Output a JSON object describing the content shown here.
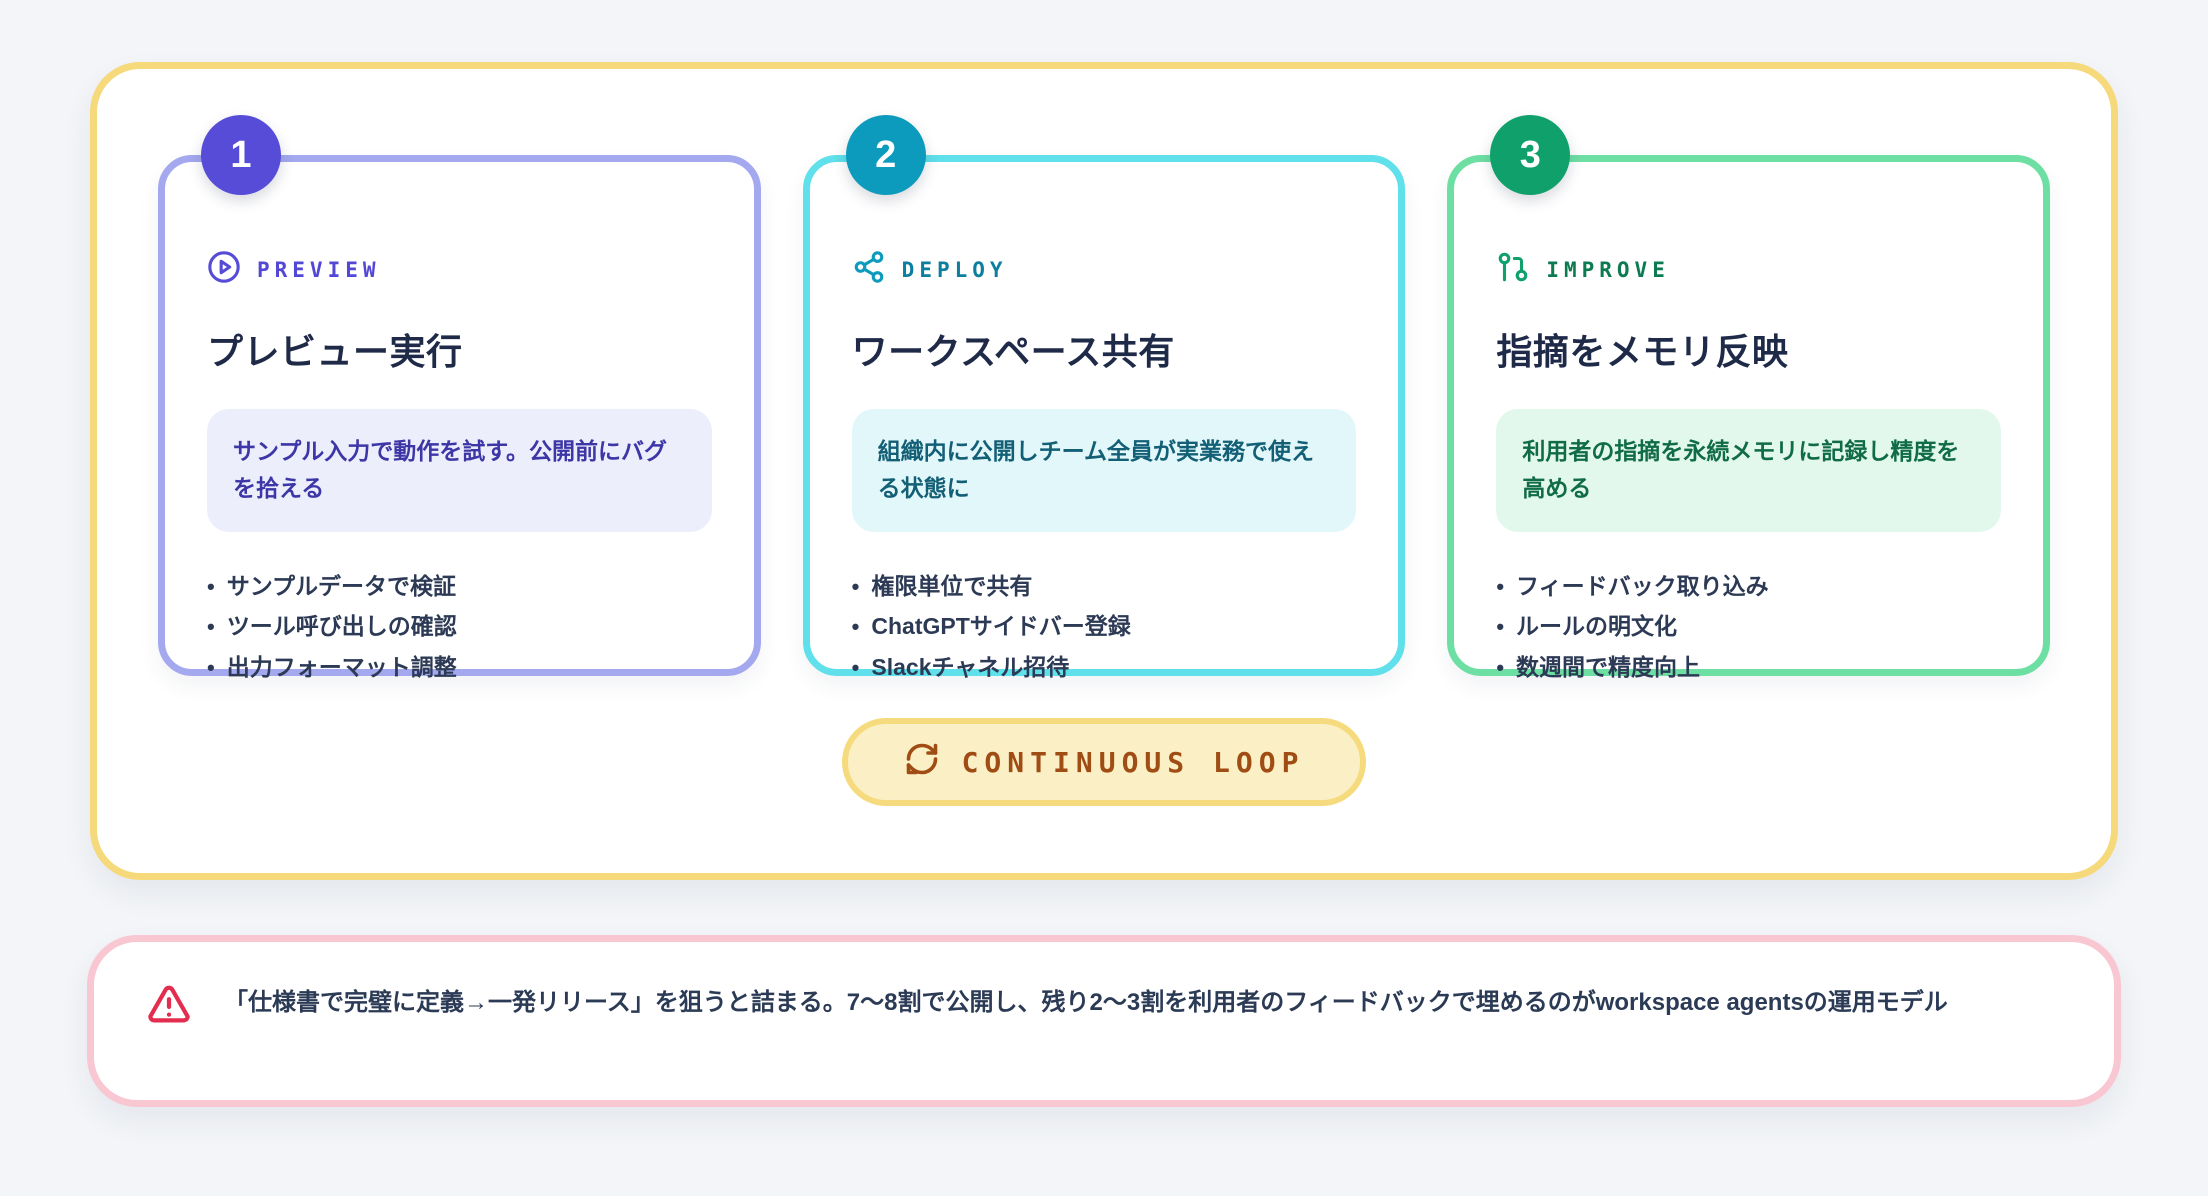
{
  "steps": [
    {
      "num": "1",
      "icon": "play-circle-icon",
      "label": "PREVIEW",
      "title": "プレビュー実行",
      "highlight": "サンプル入力で動作を試す。公開前にバグを拾える",
      "bullets": [
        "サンプルデータで検証",
        "ツール呼び出しの確認",
        "出力フォーマット調整"
      ],
      "colors": {
        "accent": "#564CD8",
        "border": "#A3A8EF",
        "label": "#5348D6",
        "chip_bg": "#ECEEFB",
        "chip_text": "#3D36A6"
      }
    },
    {
      "num": "2",
      "icon": "share-icon",
      "label": "DEPLOY",
      "title": "ワークスペース共有",
      "highlight": "組織内に公開しチーム全員が実業務で使える状態に",
      "bullets": [
        "権限単位で共有",
        "ChatGPTサイドバー登録",
        "Slackチャネル招待"
      ],
      "colors": {
        "accent": "#0D9BBD",
        "border": "#5FE0EA",
        "label": "#0E7E9E",
        "chip_bg": "#E1F7F9",
        "chip_text": "#135F76"
      }
    },
    {
      "num": "3",
      "icon": "git-pull-request-icon",
      "label": "IMPROVE",
      "title": "指摘をメモリ反映",
      "highlight": "利用者の指摘を永続メモリに記録し精度を高める",
      "bullets": [
        "フィードバック取り込み",
        "ルールの明文化",
        "数週間で精度向上"
      ],
      "colors": {
        "accent": "#0FA06C",
        "border": "#6EDFA3",
        "label": "#0C7B52",
        "chip_bg": "#E2F8EC",
        "chip_text": "#106B47"
      }
    }
  ],
  "loop_button": {
    "icon": "refresh-icon",
    "label": "CONTINUOUS LOOP",
    "colors": {
      "bg": "#FBF0C5",
      "border": "#F5DB7D",
      "text": "#A04D15"
    }
  },
  "warning": {
    "icon": "alert-triangle-icon",
    "text": "「仕様書で完璧に定義→一発リリース」を狙うと詰まる。7〜8割で公開し、残り2〜3割を利用者のフィードバックで埋めるのがworkspace agentsの運用モデル",
    "colors": {
      "border": "#F8C7D2",
      "icon": "#E42D4E",
      "text": "#2B3A55"
    }
  },
  "panel_colors": {
    "page_bg": "#F3F5F8",
    "flow_border": "#F6D97B",
    "panel_bg": "#FFFFFF"
  }
}
